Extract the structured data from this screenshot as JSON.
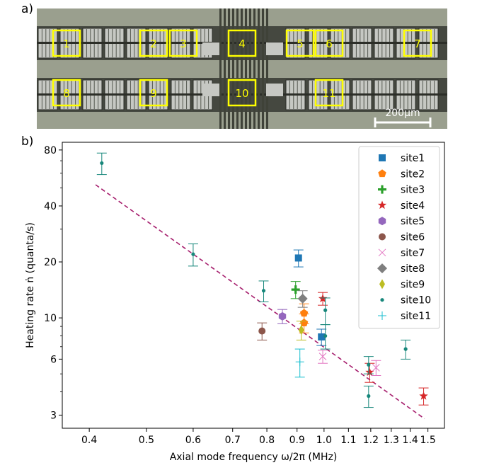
{
  "panel_labels": {
    "a": "a)",
    "b": "b)"
  },
  "micrograph": {
    "site_labels": [
      "1",
      "2",
      "3",
      "4",
      "5",
      "6",
      "7",
      "8",
      "9",
      "10",
      "11"
    ],
    "scale_bar_label": "200μm",
    "colors": {
      "background": "#9a9f8e",
      "trap_dark": "#3f4238",
      "electrode": "#c6c8c3",
      "label_box": "#ffff00"
    }
  },
  "chart_data": {
    "type": "scatter",
    "title": "",
    "xlabel": "Axial mode frequency ω/2π (MHz)",
    "ylabel": "Heating rate ṅ (quanta/s)",
    "xscale": "log",
    "yscale": "log",
    "xlim": [
      0.36,
      1.6
    ],
    "ylim": [
      2.55,
      88
    ],
    "xticks": [
      0.4,
      0.5,
      0.6,
      0.7,
      0.8,
      0.9,
      1.0,
      1.1,
      1.2,
      1.3,
      1.4,
      1.5
    ],
    "xtick_labels": [
      "0.4",
      "0.5",
      "0.6",
      "0.7",
      "0.8",
      "0.9",
      "1.0",
      "1.1",
      "1.2",
      "1.3",
      "1.4",
      "1.5"
    ],
    "yticks": [
      3,
      6,
      10,
      20,
      40,
      80
    ],
    "ytick_labels": [
      "3",
      "6",
      "10",
      "20",
      "40",
      "80"
    ],
    "legend_position": "upper-right",
    "series": [
      {
        "name": "site1",
        "color": "#1f77b4",
        "marker": "square",
        "points": [
          {
            "x": 0.905,
            "y": 21,
            "err": 2.2
          },
          {
            "x": 0.99,
            "y": 7.9,
            "err": 0.8
          }
        ]
      },
      {
        "name": "site2",
        "color": "#ff7f0e",
        "marker": "pentagon",
        "points": [
          {
            "x": 0.925,
            "y": 10.6,
            "err": 1.3
          },
          {
            "x": 0.925,
            "y": 9.4,
            "err": 1.1
          }
        ]
      },
      {
        "name": "site3",
        "color": "#2ca02c",
        "marker": "plus",
        "points": [
          {
            "x": 0.895,
            "y": 14.2,
            "err": 1.5
          }
        ]
      },
      {
        "name": "site4",
        "color": "#d62728",
        "marker": "star",
        "points": [
          {
            "x": 0.995,
            "y": 12.7,
            "err": 1.0
          },
          {
            "x": 1.195,
            "y": 5.1,
            "err": 0.6
          },
          {
            "x": 1.475,
            "y": 3.8,
            "err": 0.4
          }
        ]
      },
      {
        "name": "site5",
        "color": "#9467bd",
        "marker": "hexagon",
        "points": [
          {
            "x": 0.85,
            "y": 10.2,
            "err": 0.9
          }
        ]
      },
      {
        "name": "site6",
        "color": "#8c564b",
        "marker": "circle",
        "points": [
          {
            "x": 0.785,
            "y": 8.5,
            "err": 0.9
          }
        ]
      },
      {
        "name": "site7",
        "color": "#e377c2",
        "marker": "x",
        "points": [
          {
            "x": 0.995,
            "y": 6.2,
            "err": 0.5
          },
          {
            "x": 1.225,
            "y": 5.4,
            "err": 0.5
          }
        ]
      },
      {
        "name": "site8",
        "color": "#7f7f7f",
        "marker": "diamond",
        "points": [
          {
            "x": 0.92,
            "y": 12.7,
            "err": 1.3
          }
        ]
      },
      {
        "name": "site9",
        "color": "#bcbd22",
        "marker": "thin_diamond",
        "points": [
          {
            "x": 0.915,
            "y": 8.6,
            "err": 1.0
          }
        ]
      },
      {
        "name": "site10",
        "color": "#17877b",
        "marker": "dot",
        "points": [
          {
            "x": 0.42,
            "y": 68,
            "err": 9
          },
          {
            "x": 0.6,
            "y": 22,
            "err": 3
          },
          {
            "x": 0.79,
            "y": 14,
            "err": 1.8
          },
          {
            "x": 1.005,
            "y": 11,
            "err": 1.8
          },
          {
            "x": 1.005,
            "y": 8,
            "err": 1.2
          },
          {
            "x": 1.19,
            "y": 5.6,
            "err": 0.6
          },
          {
            "x": 1.19,
            "y": 3.8,
            "err": 0.5
          },
          {
            "x": 1.375,
            "y": 6.8,
            "err": 0.8
          }
        ]
      },
      {
        "name": "site11",
        "color": "#17becf",
        "marker": "thin_plus",
        "points": [
          {
            "x": 0.91,
            "y": 5.8,
            "err": 1.0
          }
        ]
      }
    ],
    "fit_line": {
      "color": "#a61e6d",
      "style": "dashed",
      "points": [
        {
          "x": 0.41,
          "y": 52
        },
        {
          "x": 1.48,
          "y": 2.87
        }
      ]
    }
  }
}
